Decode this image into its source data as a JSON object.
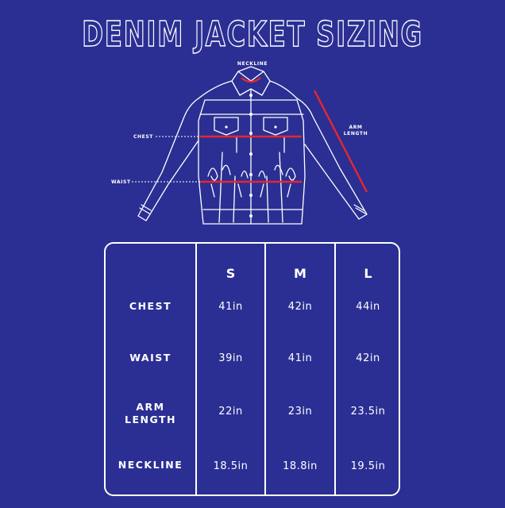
{
  "title": "DENIM JACKET SIZING",
  "diagram": {
    "neckline_label": "NECKLINE",
    "chest_label": "CHEST",
    "waist_label": "WAIST",
    "arm_label_line1": "ARM",
    "arm_label_line2": "LENGTH"
  },
  "colors": {
    "background": "#2b2f93",
    "measure_line": "#e8262f",
    "outline": "#ffffff"
  },
  "table": {
    "headers": [
      "S",
      "M",
      "L"
    ],
    "rows": [
      {
        "label_line1": "CHEST",
        "label_line2": "",
        "values": [
          "41in",
          "42in",
          "44in"
        ]
      },
      {
        "label_line1": "WAIST",
        "label_line2": "",
        "values": [
          "39in",
          "41in",
          "42in"
        ]
      },
      {
        "label_line1": "ARM",
        "label_line2": "LENGTH",
        "values": [
          "22in",
          "23in",
          "23.5in"
        ]
      },
      {
        "label_line1": "NECKLINE",
        "label_line2": "",
        "values": [
          "18.5in",
          "18.8in",
          "19.5in"
        ]
      }
    ]
  }
}
